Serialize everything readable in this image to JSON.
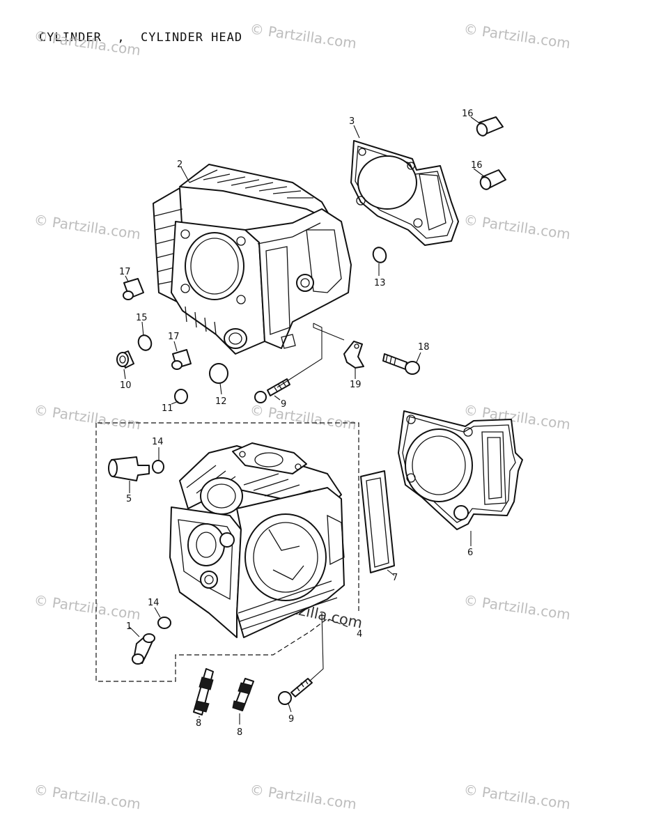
{
  "title": "CYLINDER  ,  CYLINDER HEAD",
  "watermark": "© Partzilla.com",
  "colors": {
    "line": "#111111",
    "watermark": "#bdbdbd",
    "background": "#ffffff"
  },
  "parts": [
    {
      "key": "p1",
      "label": "1"
    },
    {
      "key": "p2",
      "label": "2"
    },
    {
      "key": "p3",
      "label": "3"
    },
    {
      "key": "p4",
      "label": "4"
    },
    {
      "key": "p5",
      "label": "5"
    },
    {
      "key": "p6",
      "label": "6"
    },
    {
      "key": "p7",
      "label": "7"
    },
    {
      "key": "p8a",
      "label": "8"
    },
    {
      "key": "p8b",
      "label": "8"
    },
    {
      "key": "p9a",
      "label": "9"
    },
    {
      "key": "p9b",
      "label": "9"
    },
    {
      "key": "p10",
      "label": "10"
    },
    {
      "key": "p11",
      "label": "11"
    },
    {
      "key": "p12",
      "label": "12"
    },
    {
      "key": "p13",
      "label": "13"
    },
    {
      "key": "p14a",
      "label": "14"
    },
    {
      "key": "p14b",
      "label": "14"
    },
    {
      "key": "p15",
      "label": "15"
    },
    {
      "key": "p16a",
      "label": "16"
    },
    {
      "key": "p16b",
      "label": "16"
    },
    {
      "key": "p17a",
      "label": "17"
    },
    {
      "key": "p17b",
      "label": "17"
    },
    {
      "key": "p18",
      "label": "18"
    },
    {
      "key": "p19",
      "label": "19"
    }
  ]
}
